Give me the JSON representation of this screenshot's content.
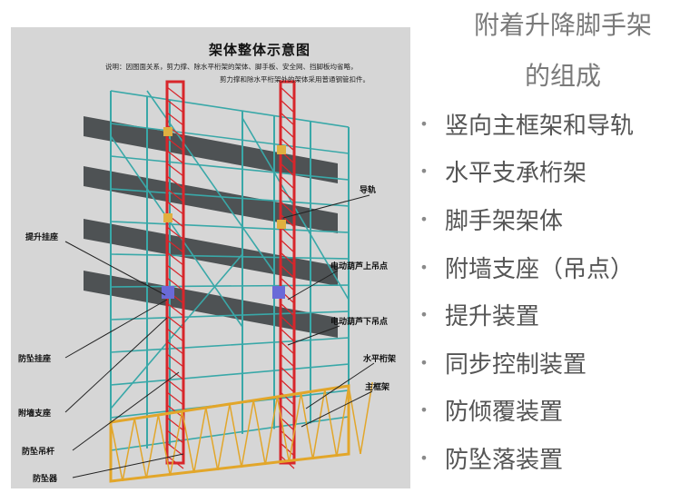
{
  "diagram": {
    "title": "架体整体示意图",
    "note_line1": "说明：因图面关系，剪力撑、除水平桁架的架体、脚手板、安全网、挡脚板均省略，",
    "note_line2": "剪力撑和除水平桁架外的架体采用普通钢管扣件。",
    "labels": {
      "guide_rail": "导轨",
      "lifting_seat": "提升挂座",
      "hoist_upper": "电动葫芦上吊点",
      "hoist_lower": "电动葫芦下吊点",
      "fall_prevention_seat": "防坠挂座",
      "horizontal_truss": "水平桁架",
      "wall_support": "附墙支座",
      "main_frame": "主框架",
      "anti_fall_rod": "防坠吊杆",
      "anti_fall_device": "防坠器"
    },
    "colors": {
      "background": "#d6d6d6",
      "frame_red": "#d8262b",
      "scaffold_teal": "#39a8a8",
      "truss_orange": "#e2a62a",
      "beam_dark": "#3f4446",
      "bracket_blue": "#6a6ad8"
    }
  },
  "title": {
    "line1": "附着升降脚手架",
    "line2": "的组成"
  },
  "components": [
    "竖向主框架和导轨",
    "水平支承桁架",
    "脚手架架体",
    "附墙支座（吊点）",
    "提升装置",
    "同步控制装置",
    "防倾覆装置",
    "防坠落装置"
  ],
  "bullet_glyph": "•"
}
